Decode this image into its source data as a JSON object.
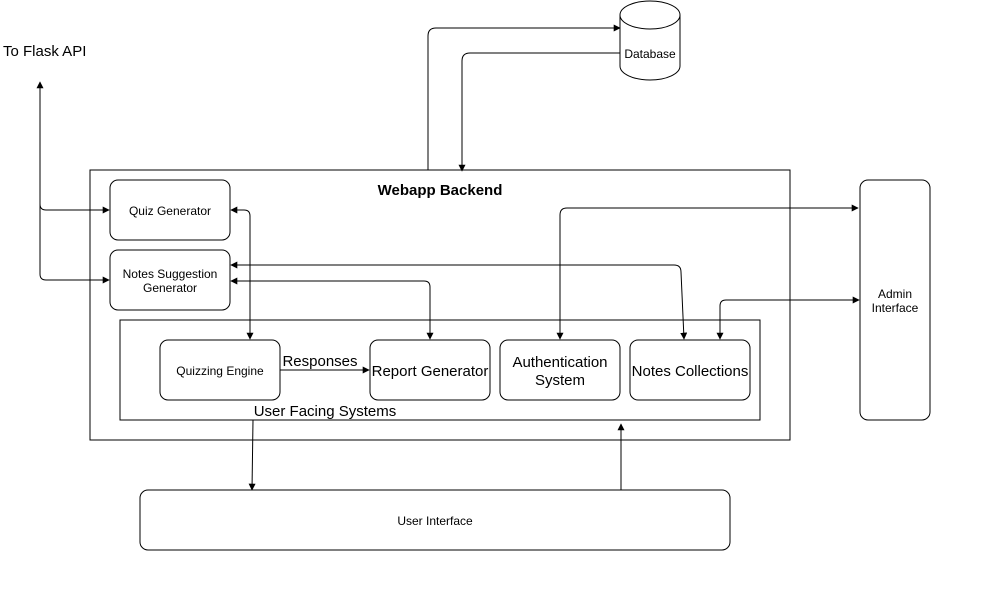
{
  "flask_label": "To Flask API",
  "database_label": "Database",
  "backend_title": "Webapp Backend",
  "quiz_generator": "Quiz Generator",
  "notes_suggestion_line1": "Notes Suggestion",
  "notes_suggestion_line2": "Generator",
  "user_facing_label": "User Facing Systems",
  "quizzing_engine": "Quizzing Engine",
  "responses_label": "Responses",
  "report_generator": "Report Generator",
  "auth_line1": "Authentication",
  "auth_line2": "System",
  "notes_collections": "Notes Collections",
  "admin_line1": "Admin",
  "admin_line2": "Interface",
  "user_interface": "User Interface"
}
